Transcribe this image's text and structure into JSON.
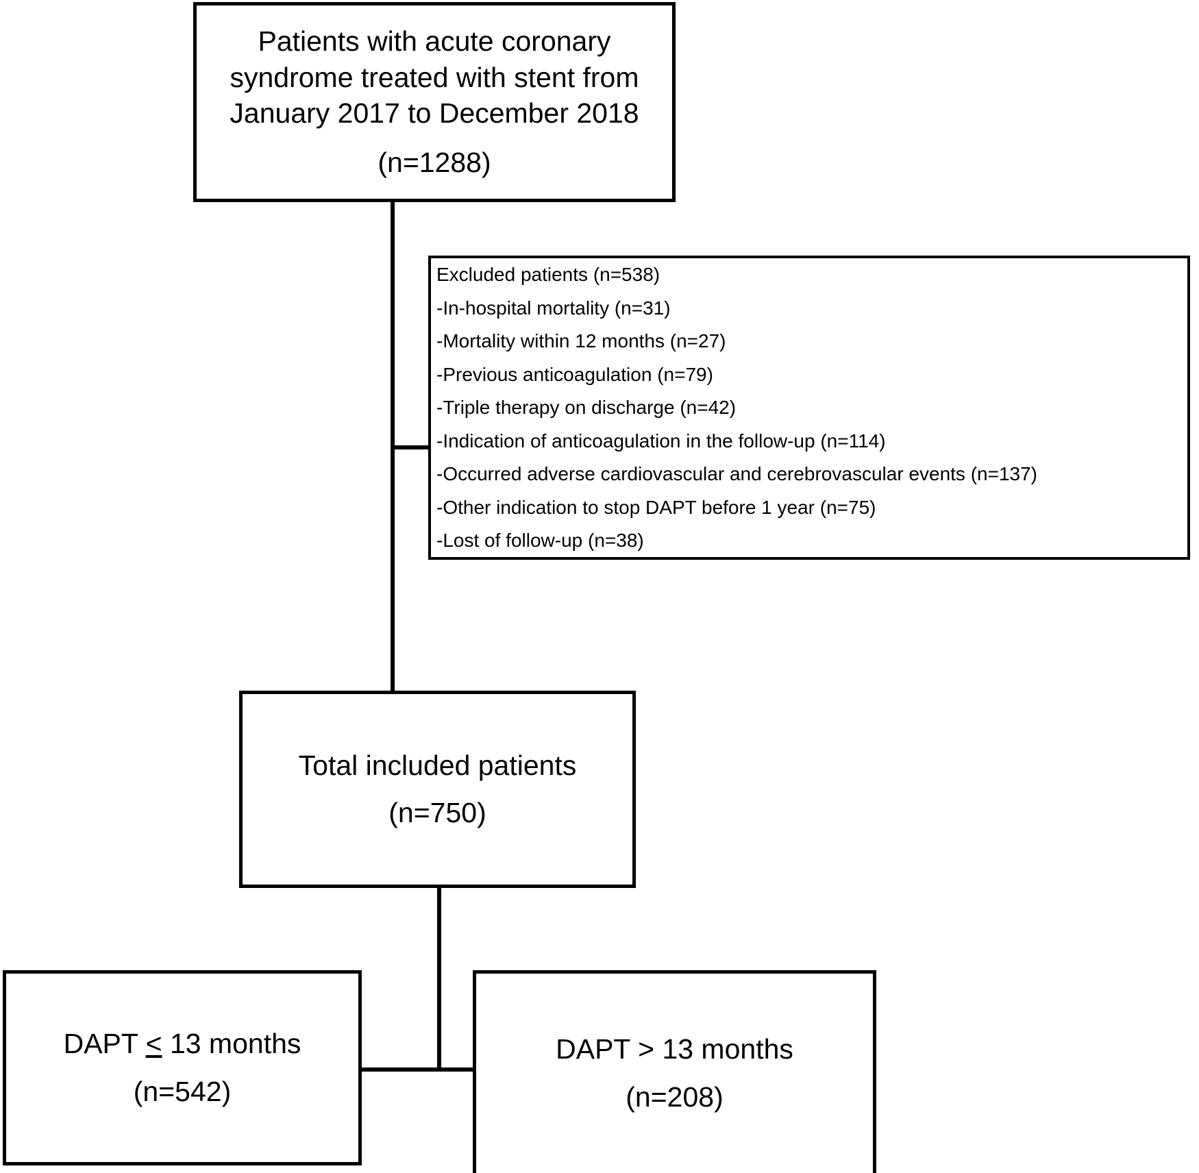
{
  "diagram": {
    "type": "flowchart",
    "title": "Patient selection flow diagram",
    "colors": {
      "background": "#ffffff",
      "stroke": "#000000",
      "text": "#000000"
    },
    "top_box": {
      "line1": "Patients with acute coronary",
      "line2": "syndrome treated with stent from",
      "line3": "January 2017 to December 2018",
      "count": "(n=1288)"
    },
    "excluded_box": {
      "heading": "Excluded patients (n=538)",
      "items": [
        "-In-hospital mortality (n=31)",
        "-Mortality within 12 months (n=27)",
        "-Previous anticoagulation (n=79)",
        "-Triple therapy on discharge (n=42)",
        "-Indication of anticoagulation in the follow-up (n=114)",
        "-Occurred adverse cardiovascular and cerebrovascular events (n=137)",
        "-Other indication to stop DAPT before 1 year (n=75)",
        "-Lost of follow-up (n=38)"
      ]
    },
    "total_box": {
      "label": "Total included patients",
      "count": "(n=750)"
    },
    "dapt_le_box": {
      "label_prefix": "DAPT ",
      "label_symbol": "<",
      "label_suffix": " 13 months",
      "count": "(n=542)"
    },
    "dapt_gt_box": {
      "label": "DAPT > 13 months",
      "count": "(n=208)"
    }
  },
  "chart_data": {
    "type": "table",
    "title": "Patient selection flow diagram",
    "nodes": [
      {
        "id": "enrolled",
        "label": "Patients with acute coronary syndrome treated with stent from January 2017 to December 2018",
        "n": 1288
      },
      {
        "id": "excluded",
        "label": "Excluded patients",
        "n": 538
      },
      {
        "id": "included",
        "label": "Total included patients",
        "n": 750
      },
      {
        "id": "dapt_le_13",
        "label": "DAPT <= 13 months",
        "n": 542
      },
      {
        "id": "dapt_gt_13",
        "label": "DAPT > 13 months",
        "n": 208
      }
    ],
    "exclusion_reasons": [
      {
        "reason": "In-hospital mortality",
        "n": 31
      },
      {
        "reason": "Mortality within 12 months",
        "n": 27
      },
      {
        "reason": "Previous anticoagulation",
        "n": 79
      },
      {
        "reason": "Triple therapy on discharge",
        "n": 42
      },
      {
        "reason": "Indication of anticoagulation in the follow-up",
        "n": 114
      },
      {
        "reason": "Occurred adverse cardiovascular and cerebrovascular events",
        "n": 137
      },
      {
        "reason": "Other indication to stop DAPT before 1 year",
        "n": 75
      },
      {
        "reason": "Lost of follow-up",
        "n": 38
      }
    ],
    "edges": [
      {
        "from": "enrolled",
        "to": "excluded"
      },
      {
        "from": "enrolled",
        "to": "included"
      },
      {
        "from": "included",
        "to": "dapt_le_13"
      },
      {
        "from": "included",
        "to": "dapt_gt_13"
      }
    ]
  }
}
